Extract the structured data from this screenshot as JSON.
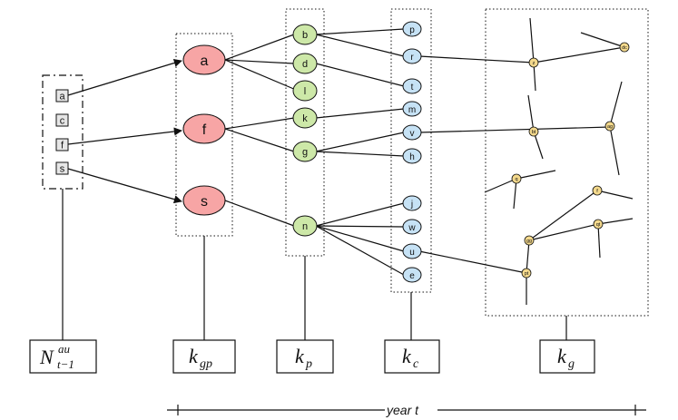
{
  "colors": {
    "gp_node": "#f7a5a5",
    "p_node": "#cde8a8",
    "c_node": "#c6e2f5",
    "g_node": "#f4d98c",
    "stroke": "#111111"
  },
  "prev_nodes": [
    "a",
    "c",
    "f",
    "s"
  ],
  "gp_nodes": [
    "a",
    "f",
    "s"
  ],
  "p_nodes": [
    "b",
    "d",
    "l",
    "k",
    "g",
    "n"
  ],
  "c_nodes": [
    "p",
    "r",
    "t",
    "m",
    "v",
    "h",
    "j",
    "w",
    "u",
    "e"
  ],
  "g_nodes": [
    "z",
    "dc",
    "bt",
    "ag",
    "q",
    "f",
    "gg",
    "qt",
    "pt"
  ],
  "labels": {
    "n_prev_base": "N",
    "n_prev_sup": "au",
    "n_prev_sub": "t−1",
    "k_gp_base": "k",
    "k_gp_sub": "gp",
    "k_p_base": "k",
    "k_p_sub": "p",
    "k_c_base": "k",
    "k_c_sub": "c",
    "k_g_base": "k",
    "k_g_sub": "g",
    "year": "year t"
  }
}
